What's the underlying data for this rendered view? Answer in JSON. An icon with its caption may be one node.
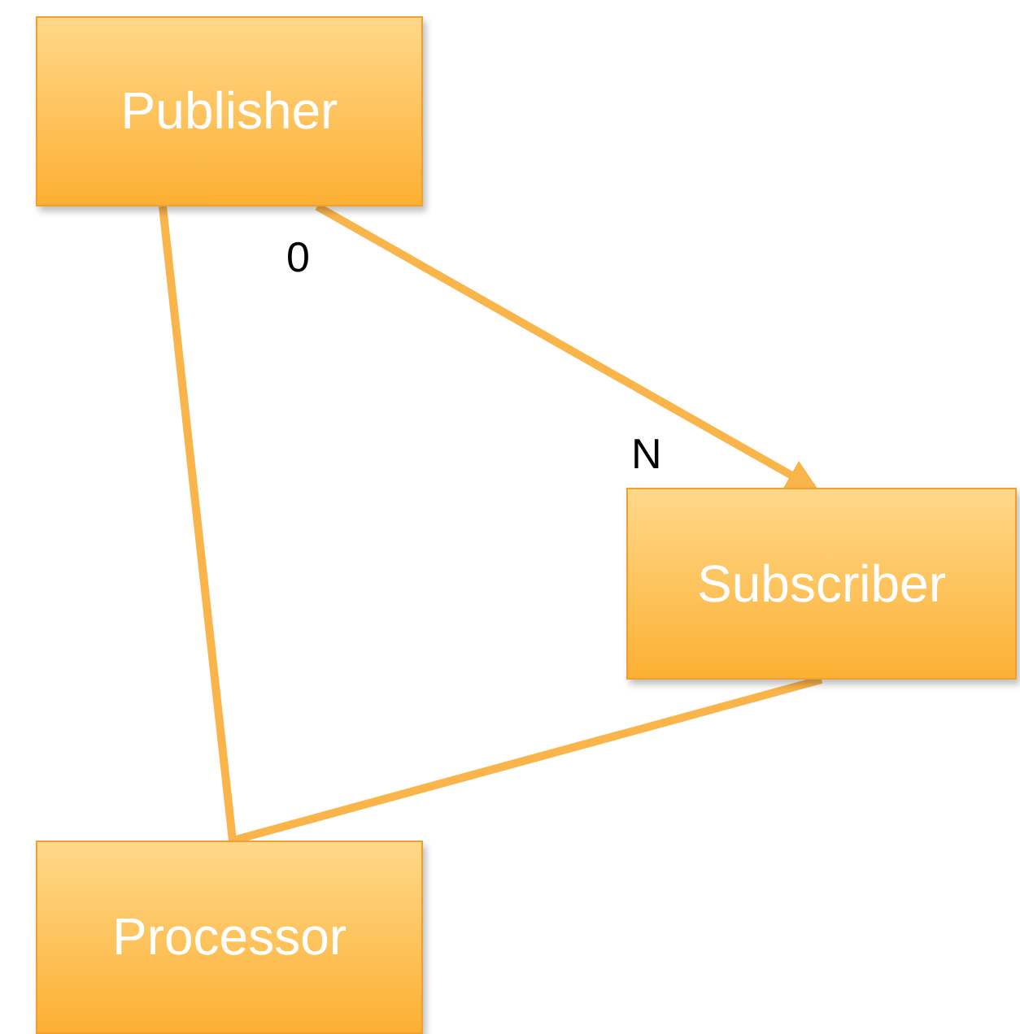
{
  "diagram": {
    "nodes": [
      {
        "text": [
          "Publisher"
        ]
      },
      {
        "text": [
          "Subscriber"
        ]
      },
      {
        "text": [
          "Processor"
        ]
      }
    ],
    "edges": [
      {
        "from": 0,
        "to": 1,
        "arrow": "to"
      },
      {
        "from": 0,
        "to": 2,
        "arrow": "none"
      },
      {
        "from": 1,
        "to": 2,
        "arrow": "none"
      }
    ],
    "labels": [
      "0",
      "N"
    ]
  }
}
